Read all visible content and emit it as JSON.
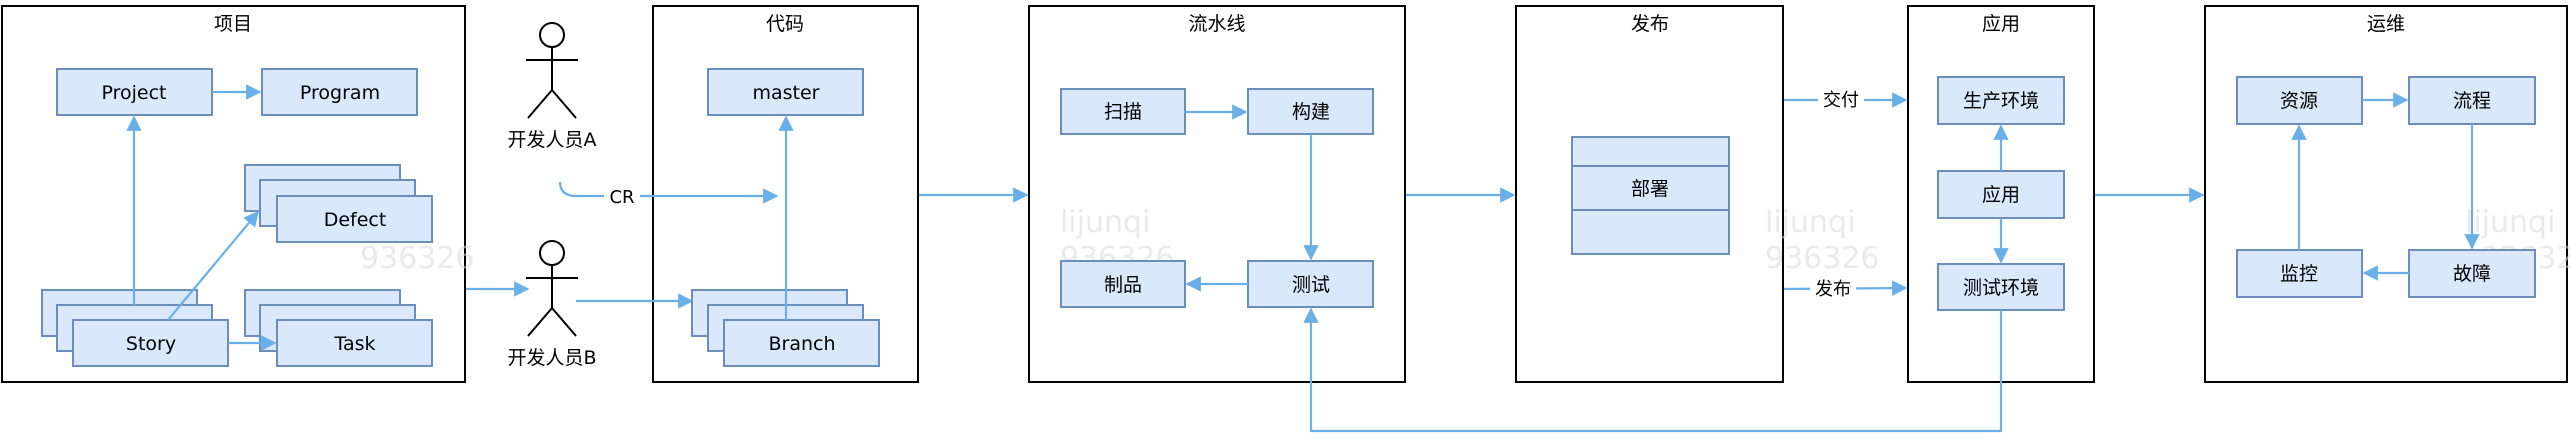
{
  "colors": {
    "node_fill": "#dae8fc",
    "node_stroke": "#6c8ebf",
    "edge": "#6ab0e8",
    "frame": "#000000"
  },
  "panels": {
    "project": {
      "title": "项目",
      "project": "Project",
      "program": "Program",
      "defect": "Defect",
      "story": "Story",
      "task": "Task"
    },
    "code": {
      "title": "代码",
      "master": "master",
      "branch": "Branch"
    },
    "pipeline": {
      "title": "流水线",
      "scan": "扫描",
      "build": "构建",
      "test": "测试",
      "artifact": "制品"
    },
    "release": {
      "title": "发布",
      "deploy": "部署"
    },
    "app": {
      "title": "应用",
      "prod_env": "生产环境",
      "app": "应用",
      "test_env": "测试环境"
    },
    "ops": {
      "title": "运维",
      "resource": "资源",
      "process": "流程",
      "monitor": "监控",
      "fault": "故障"
    }
  },
  "actors": {
    "dev_a": "开发人员A",
    "dev_b": "开发人员B"
  },
  "edge_labels": {
    "cr": "CR",
    "deliver": "交付",
    "publish": "发布"
  },
  "watermark": {
    "name": "lijunqi",
    "id": "936326"
  }
}
